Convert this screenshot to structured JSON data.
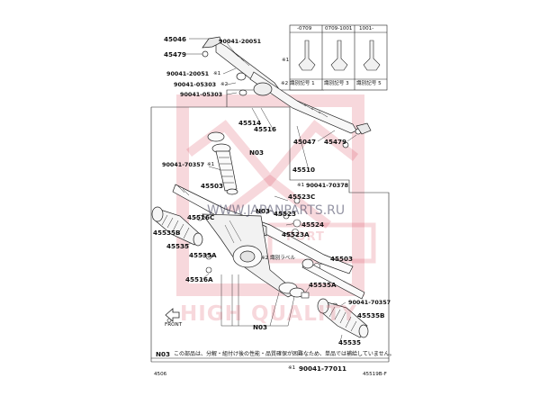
{
  "watermark": {
    "site": "WWW.JAPANPARTS.RU",
    "brand_sub": "PORT",
    "slogan": "HIGH QUALITY"
  },
  "table": {
    "col1": "-0709",
    "col2": "0709-1001",
    "col3": "1001-",
    "foot1": "※2 識別記号 1",
    "foot2": "識別記号 3",
    "foot3": "識別記号 5"
  },
  "labels": {
    "p45046": "45046",
    "p45479a": "45479",
    "p90041_20051a": "90041-20051",
    "p90041_20051b": "90041-20051",
    "p90041_05303a": "90041-05303",
    "p90041_05303b": "90041-05303",
    "p45514": "45514",
    "p45516": "45516",
    "p45047": "45047",
    "p45479b": "45479",
    "n03a": "N03",
    "p90041_70357a": "90041-70357",
    "p45510": "45510",
    "p45503a": "45503",
    "p90041_70378": "90041-70378",
    "p45523c": "45523C",
    "n03b": "N03",
    "p45523": "45523",
    "p45524": "45524",
    "p45516c": "45516C",
    "p45535b_a": "45535B",
    "p45523a": "45523A",
    "p45535a": "45535",
    "p45535a_a": "45535A",
    "p45503b": "45503",
    "p45516a": "45516A",
    "p45535a_b": "45535A",
    "p90041_70357b": "90041-70357",
    "p45535b_b": "45535B",
    "p45535b": "45535",
    "n03c": "N03",
    "front": "FRONT",
    "mark1a": "※1",
    "mark1b": "※1",
    "mark2a": "※2",
    "mark2b": "※2",
    "mark1c": "※1",
    "mark1d": "※1",
    "label_note": "※2 識別ラベル"
  },
  "footnote": {
    "code": "N03",
    "text": "この部品は、分解・組付け後の性能・品質確保が困難なため、単品では補給していません。",
    "ref_mark": "※1",
    "ref_part": "90041-77011"
  },
  "page_left": "4506",
  "page_right": "45519B-F"
}
